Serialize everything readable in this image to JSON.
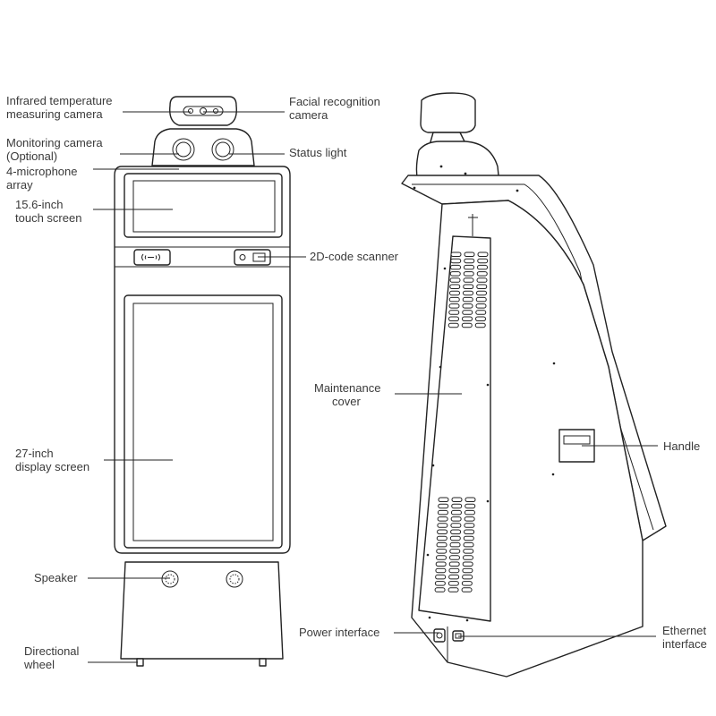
{
  "labels": {
    "infrared_camera": [
      "Infrared temperature",
      "measuring camera"
    ],
    "facial_camera": [
      "Facial recognition",
      "camera"
    ],
    "monitoring_camera": [
      "Monitoring camera",
      "(Optional)"
    ],
    "status_light": [
      "Status light"
    ],
    "microphone_array": [
      "4-microphone",
      "array"
    ],
    "touch_screen": [
      "15.6-inch",
      "touch screen"
    ],
    "code_scanner": [
      "2D-code scanner"
    ],
    "display_screen": [
      "27-inch",
      "display screen"
    ],
    "speaker": [
      "Speaker"
    ],
    "directional_wheel": [
      "Directional",
      "wheel"
    ],
    "maintenance_cover": [
      "Maintenance",
      "cover"
    ],
    "handle": [
      "Handle"
    ],
    "power_interface": [
      "Power interface"
    ],
    "ethernet_interface": [
      "Ethernet",
      "interface"
    ]
  },
  "icons": {
    "nfc_reader": "nfc-wave-icon",
    "scanner": "scanner-icon"
  }
}
